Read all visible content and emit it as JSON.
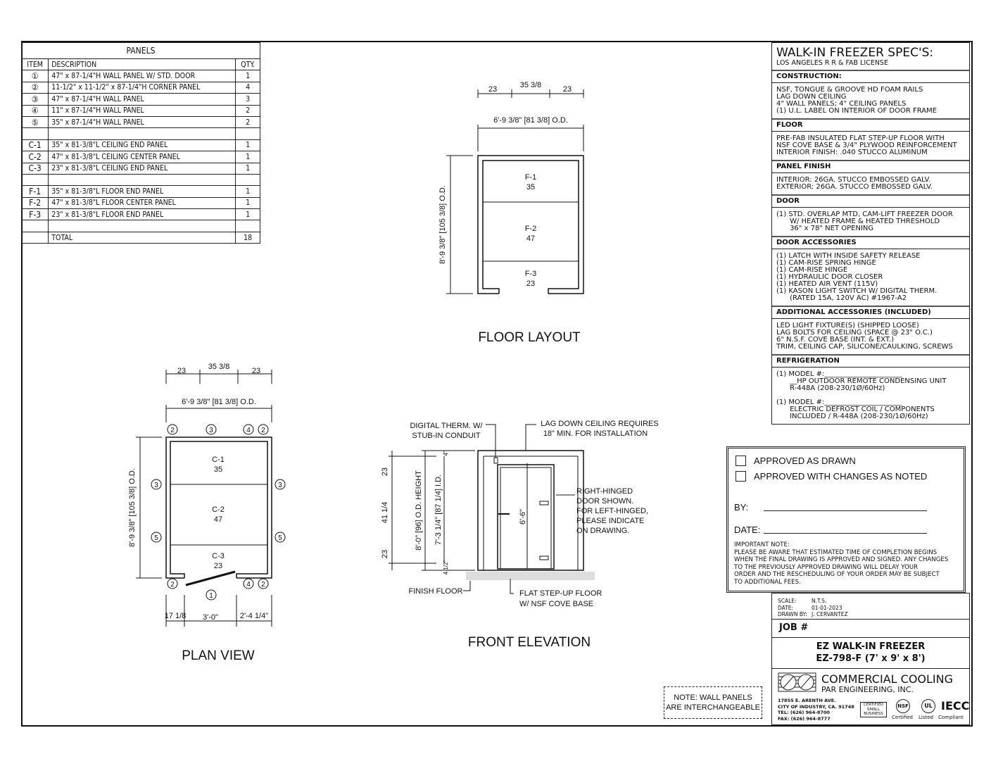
{
  "panels": {
    "title": "PANELS",
    "headers": [
      "ITEM",
      "DESCRIPTION",
      "QTY."
    ],
    "rows": [
      {
        "item": "①",
        "desc": "47\" x 87-1/4\"H WALL PANEL W/ STD. DOOR",
        "qty": "1"
      },
      {
        "item": "②",
        "desc": "11-1/2\" x 11-1/2\" x 87-1/4\"H CORNER PANEL",
        "qty": "4"
      },
      {
        "item": "③",
        "desc": "47\" x 87-1/4\"H WALL PANEL",
        "qty": "3"
      },
      {
        "item": "④",
        "desc": "11\" x 87-1/4\"H WALL PANEL",
        "qty": "2"
      },
      {
        "item": "⑤",
        "desc": "35\" x 87-1/4\"H WALL PANEL",
        "qty": "2"
      },
      {
        "item": "",
        "desc": "",
        "qty": ""
      },
      {
        "item": "C-1",
        "desc": "35\" x 81-3/8\"L CEILING END PANEL",
        "qty": "1"
      },
      {
        "item": "C-2",
        "desc": "47\" x 81-3/8\"L CEILING CENTER PANEL",
        "qty": "1"
      },
      {
        "item": "C-3",
        "desc": "23\" x 81-3/8\"L CEILING END PANEL",
        "qty": "1"
      },
      {
        "item": "",
        "desc": "",
        "qty": ""
      },
      {
        "item": "F-1",
        "desc": "35\" x 81-3/8\"L FLOOR END PANEL",
        "qty": "1"
      },
      {
        "item": "F-2",
        "desc": "47\" x 81-3/8\"L FLOOR CENTER PANEL",
        "qty": "1"
      },
      {
        "item": "F-3",
        "desc": "23\" x 81-3/8\"L FLOOR END PANEL",
        "qty": "1"
      },
      {
        "item": "",
        "desc": "",
        "qty": ""
      },
      {
        "item": "",
        "desc": "TOTAL",
        "qty": "18"
      }
    ]
  },
  "spec": {
    "title": "WALK-IN FREEZER SPEC'S:",
    "subtitle": "LOS ANGELES R R & FAB LICENSE",
    "sections": [
      {
        "heading": "CONSTRUCTION:",
        "body": "NSF, TONGUE & GROOVE HD FOAM RAILS\nLAG DOWN CEILING\n4\" WALL PANELS; 4\" CEILING PANELS\n(1) U.L. LABEL ON INTERIOR OF DOOR FRAME"
      },
      {
        "heading": "FLOOR",
        "body": "PRE-FAB INSULATED FLAT STEP-UP FLOOR WITH\nNSF COVE BASE & 3/4\" PLYWOOD REINFORCEMENT\nINTERIOR FINISH: .040 STUCCO ALUMINUM"
      },
      {
        "heading": "PANEL FINISH",
        "body": "INTERIOR: 26GA. STUCCO EMBOSSED GALV.\nEXTERIOR: 26GA. STUCCO EMBOSSED GALV."
      },
      {
        "heading": "DOOR",
        "body": "(1) STD. OVERLAP MTD, CAM-LIFT FREEZER DOOR\n      W/ HEATED FRAME & HEATED THRESHOLD\n      36\" x 78\" NET OPENING"
      },
      {
        "heading": "DOOR ACCESSORIES",
        "body": "(1) LATCH WITH INSIDE SAFETY RELEASE\n(1) CAM-RISE SPRING HINGE\n(1) CAM-RISE HINGE\n(1) HYDRAULIC DOOR CLOSER\n(1) HEATED AIR VENT (115V)\n(1) KASON LIGHT SWITCH W/ DIGITAL THERM.\n      (RATED 15A, 120V AC) #1967-A2"
      },
      {
        "heading": "ADDITIONAL ACCESSORIES (INCLUDED)",
        "body": "LED LIGHT FIXTURE(S) (SHIPPED LOOSE)\nLAG BOLTS FOR CEILING (SPACE @ 23\" O.C.)\n6\" N.S.F. COVE BASE (INT. & EXT.)\nTRIM, CEILING CAP, SILICONE/CAULKING, SCREWS"
      },
      {
        "heading": "REFRIGERATION",
        "body": "(1) MODEL #:______________________\n      __HP OUTDOOR REMOTE CONDENSING UNIT\n      R-448A (208-230/1Ø/60Hz)\n\n(1) MODEL #:______________________\n      ELECTRIC DEFROST COIL / COMPONENTS\n      INCLUDED / R-448A (208-230/1Ø/60Hz)"
      }
    ]
  },
  "approval": {
    "opt1": "APPROVED AS DRAWN",
    "opt2": "APPROVED WITH CHANGES AS NOTED",
    "by": "BY:",
    "date": "DATE:",
    "note": "IMPORTANT NOTE:\nPLEASE BE AWARE THAT ESTIMATED TIME OF COMPLETION BEGINS\nWHEN THE FINAL DRAWING IS APPROVED AND SIGNED. ANY CHANGES\nTO THE PREVIOUSLY APPROVED DRAWING WILL DELAY YOUR\nORDER AND THE RESCHEDULING OF YOUR ORDER MAY BE SUBJECT\nTO ADDITIONAL FEES."
  },
  "titleblock": {
    "scale_label": "SCALE:",
    "scale": "N.T.S.",
    "date_label": "DATE:",
    "date": "01-01-2023",
    "drawn_label": "DRAWN BY:",
    "drawn": "J. CERVANTEZ",
    "job": "JOB #",
    "product": "EZ WALK-IN FREEZER",
    "model": "EZ-798-F  (7' x 9' x 8')",
    "company": "COMMERCIAL COOLING",
    "company2": "PAR ENGINEERING, INC.",
    "address": [
      "17855 E. ARENTH AVE.",
      "CITY OF INDUSTRY, CA. 91748",
      "TEL: (626) 964-8700",
      "FAX: (626) 964-8777"
    ],
    "badges": [
      "CERTIFIED SMALL BUSINESS",
      "NSF",
      "Certified",
      "UL",
      "Listed",
      "IECC",
      "Compliant"
    ]
  },
  "note": {
    "line1": "NOTE: WALL PANELS",
    "line2": "ARE INTERCHANGEABLE"
  },
  "floor": {
    "title": "FLOOR LAYOUT",
    "d1": "23",
    "d2": "35 3/8",
    "d3": "23",
    "od": "6'-9 3/8\" [81 3/8] O.D.",
    "vod": "8'-9 3/8\" [105 3/8] O.D.",
    "p": [
      [
        "F-1",
        "35"
      ],
      [
        "F-2",
        "47"
      ],
      [
        "F-3",
        "23"
      ]
    ]
  },
  "plan": {
    "title": "PLAN VIEW",
    "d1": "23",
    "d2": "35 3/8",
    "d3": "23",
    "od": "6'-9 3/8\" [81 3/8] O.D.",
    "vod": "8'-9 3/8\" [105 3/8] O.D.",
    "p": [
      [
        "C-1",
        "35"
      ],
      [
        "C-2",
        "47"
      ],
      [
        "C-3",
        "23"
      ]
    ],
    "b1": "17 1/8",
    "b2": "3'-0\"",
    "b3": "2'-4 1/4\""
  },
  "front": {
    "title": "FRONT ELEVATION",
    "l1": "DIGITAL THERM. W/",
    "l2": "STUB-IN CONDUIT",
    "l3": "LAG DOWN CEILING REQUIRES",
    "l4": "18\" MIN. FOR INSTALLATION",
    "r1": "RIGHT-HINGED",
    "r2": "DOOR SHOWN.",
    "r3": "FOR LEFT-HINGED,",
    "r4": "PLEASE INDICATE",
    "r5": "ON DRAWING.",
    "f1": "FINISH FLOOR",
    "f2": "FLAT STEP-UP FLOOR",
    "f3": "W/ NSF COVE BASE",
    "h1": "23",
    "h2": "41 1/4",
    "h3": "23",
    "od": "8'-0\" [96] O.D. HEIGHT",
    "id": "7'-3 1/4\" [87 1/4] I.D.",
    "door": "6'-6\"",
    "t1": "4\"",
    "t2": "4 1/2\""
  }
}
